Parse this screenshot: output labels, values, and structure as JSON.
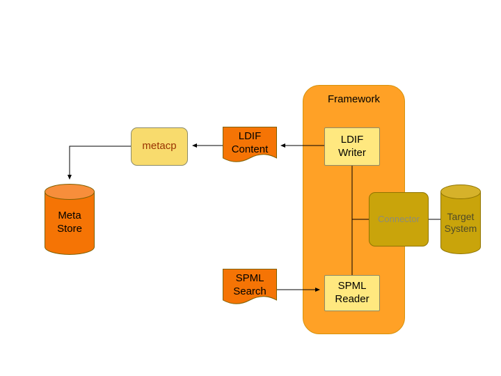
{
  "diagram": {
    "framework": {
      "label": "Framework",
      "fill": "#FFA126",
      "border": "#D6920A",
      "text_color": "#000000"
    },
    "metacp": {
      "label": "metacp",
      "fill": "#F8DB6D",
      "text_color": "#993300"
    },
    "ldif_content": {
      "label": "LDIF\nContent",
      "fill": "#F57405",
      "text_color": "#000000"
    },
    "ldif_writer": {
      "label": "LDIF\nWriter",
      "fill": "#FFE87F",
      "text_color": "#000000"
    },
    "meta_store": {
      "label": "Meta\nStore",
      "fill": "#F57405",
      "top_fill": "#F78E3B",
      "text_color": "#000000"
    },
    "connector": {
      "label": "Connector",
      "fill": "#C9A40B",
      "text_color": "#8C8C7A"
    },
    "target_system": {
      "label": "Target\nSystem",
      "fill": "#C9A40B",
      "top_fill": "#D6B22A",
      "text_color": "#4E4A28"
    },
    "spml_search": {
      "label": "SPML\nSearch",
      "fill": "#F57405",
      "text_color": "#000000"
    },
    "spml_reader": {
      "label": "SPML\nReader",
      "fill": "#FFE87F",
      "text_color": "#000000"
    },
    "line_color": "#000000"
  }
}
